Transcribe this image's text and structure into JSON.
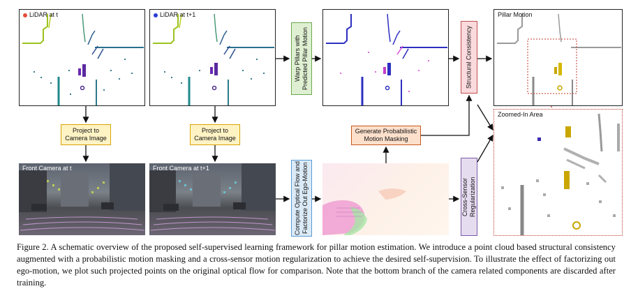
{
  "panels": {
    "lidar_t": "LiDAR at t",
    "lidar_t1": "LiDAR at t+1",
    "camera_t": "Front Camera at t",
    "camera_t1": "Front Camera at t+1",
    "pillar_motion": "Pillar Motion",
    "zoomed": "Zoomed-In Area"
  },
  "boxes": {
    "project_1": "Project to Camera Image",
    "project_2": "Project to Camera Image",
    "warp": "Warp Pillars with Predicted Pillar Motion",
    "optical_flow": "Compute Optical Flow and Factorize Out Ego-Motion",
    "masking": "Generate Probabilistic Motion Masking",
    "structural": "Structural Consistency",
    "cross_sensor": "Cross-Sensor Regularization"
  },
  "caption": {
    "label": "Figure 2.",
    "text": "A schematic overview of the proposed self-supervised learning framework for pillar motion estimation. We introduce a point cloud based structural consistency augmented with a probabilistic motion masking and a cross-sensor motion regularization to achieve the desired self-supervision. To illustrate the effect of factorizing out ego-motion, we plot such projected points on the original optical flow for comparison. Note that the bottom branch of the camera related components are discarded after training."
  },
  "colors": {
    "lidar_t_dot": "#e74c3c",
    "lidar_t1_dot": "#2b3bd6"
  }
}
